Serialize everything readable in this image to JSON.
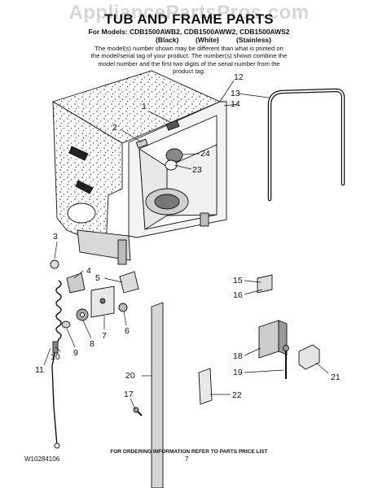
{
  "watermark": "AppliancePartsPros.com",
  "title": "TUB AND FRAME PARTS",
  "models": "For Models: CDB1500AWB2, CDB1500AWW2, CDB1500AWS2",
  "finishes": [
    "(Black)",
    "(White)",
    "(Stainless)"
  ],
  "note": "The model(s) number shown may be different than what is printed on the model/serial tag of your product. The number(s) shown combine the model number and the first two digits of the serial number from the product tag.",
  "footer": "FOR ORDERING INFORMATION REFER TO PARTS PRICE LIST",
  "doc_number": "W10284106",
  "page_number": "7",
  "callouts": [
    "1",
    "2",
    "3",
    "4",
    "5",
    "6",
    "7",
    "8",
    "9",
    "10",
    "11",
    "12",
    "13",
    "14",
    "15",
    "16",
    "17",
    "18",
    "19",
    "20",
    "21",
    "22",
    "23",
    "24"
  ],
  "colors": {
    "ink": "#111111",
    "watermark": "#d6d6d6",
    "paper": "#ffffff"
  }
}
